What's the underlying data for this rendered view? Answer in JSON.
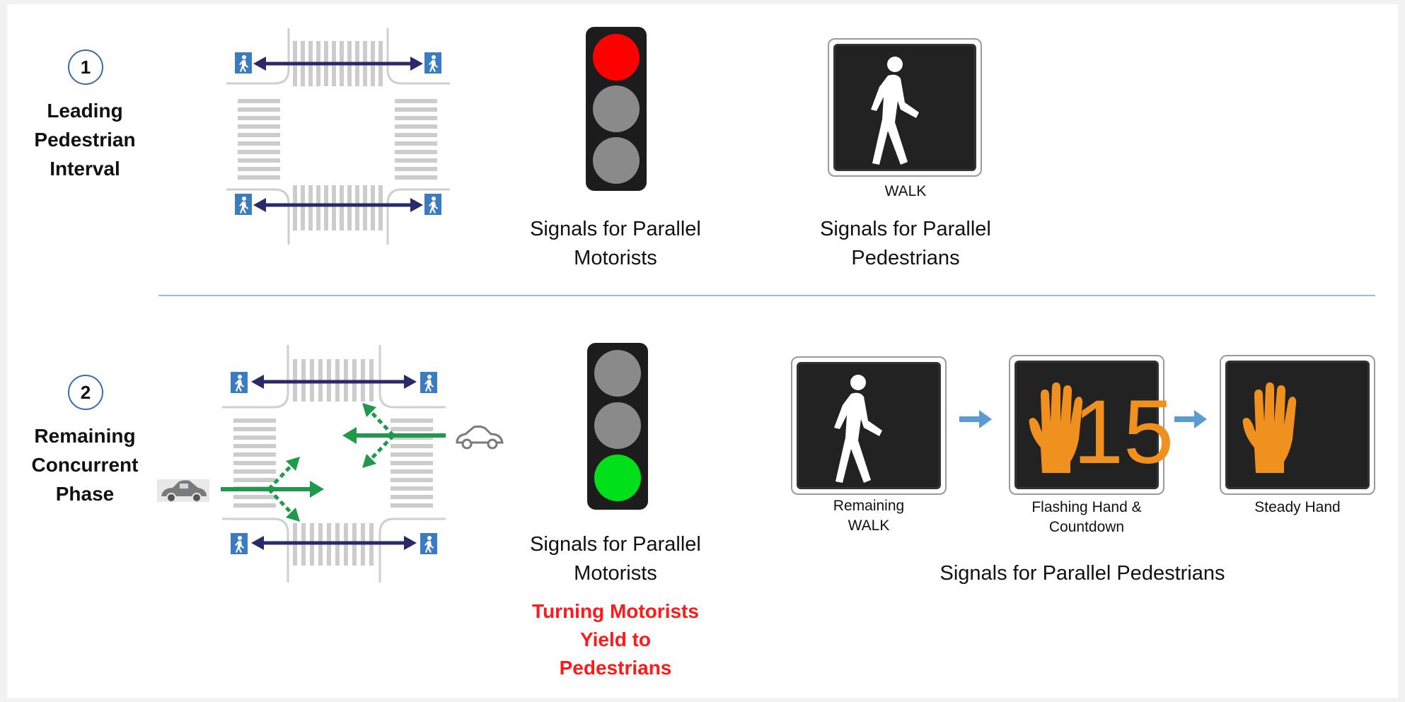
{
  "phase1": {
    "number": "1",
    "label_lines": [
      "Leading",
      "Pedestrian",
      "Interval"
    ],
    "motorist_caption": [
      "Signals for Parallel",
      "Motorists"
    ],
    "ped_signal_label": "WALK",
    "ped_caption": [
      "Signals for Parallel",
      "Pedestrians"
    ]
  },
  "phase2": {
    "number": "2",
    "label_lines": [
      "Remaining",
      "Concurrent",
      "Phase"
    ],
    "motorist_caption": [
      "Signals for Parallel",
      "Motorists"
    ],
    "warning_lines": [
      "Turning Motorists",
      "Yield to",
      "Pedestrians"
    ],
    "ped_signals": [
      {
        "label_lines": [
          "Remaining",
          "WALK"
        ]
      },
      {
        "label_lines": [
          "Flashing Hand &",
          "Countdown"
        ],
        "countdown": "15"
      },
      {
        "label_lines": [
          "Steady Hand"
        ]
      }
    ],
    "ped_caption": "Signals for Parallel Pedestrians"
  },
  "colors": {
    "red_lamp": "#ff0000",
    "green_lamp": "#00e01a",
    "unlit_lamp": "#8a8a8a",
    "ped_arrow": "#2a2a6a",
    "vehicle_arrow": "#1e9a4a",
    "hand": "#f0901e",
    "flow_arrow": "#5b9bd5",
    "warning_text": "#ff1a1a"
  },
  "icons": [
    "pedestrian-crossing-sign-icon",
    "walking-person-icon",
    "raised-hand-icon",
    "car-icon",
    "right-arrow-icon"
  ]
}
